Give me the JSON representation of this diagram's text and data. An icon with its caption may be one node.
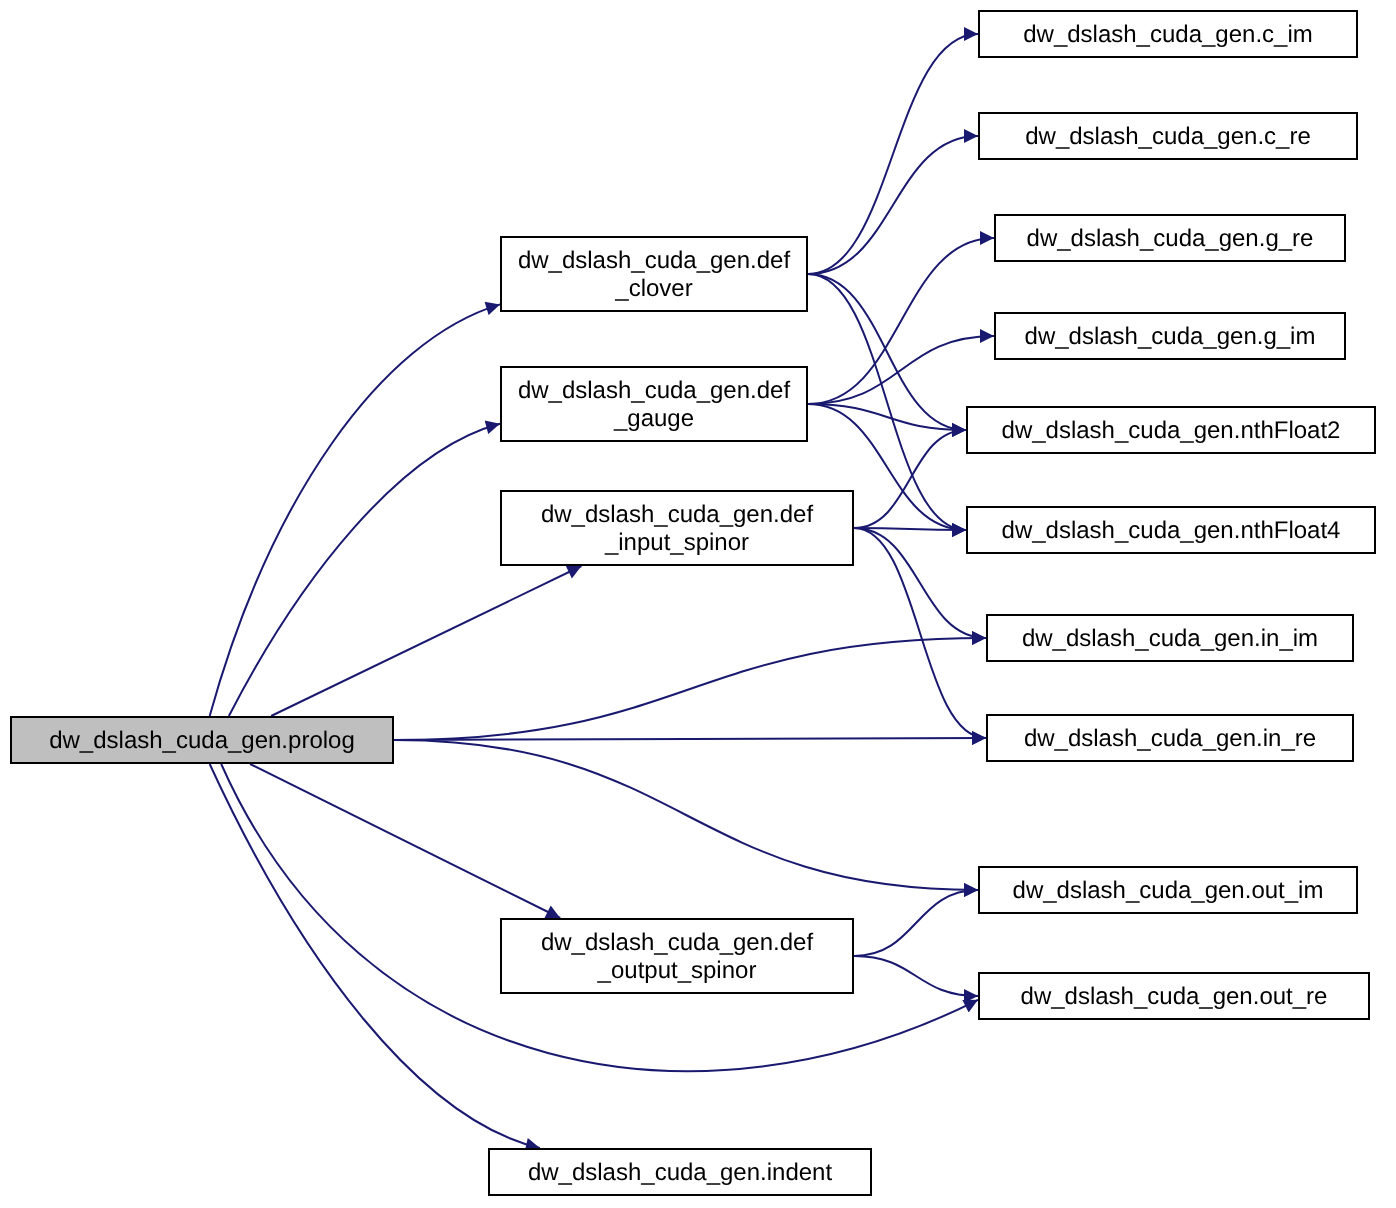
{
  "diagram": {
    "nodes": [
      {
        "text": [
          "dw_dslash_cuda_gen.prolog"
        ]
      },
      {
        "text": [
          "dw_dslash_cuda_gen.def _clover"
        ]
      },
      {
        "text": [
          "dw_dslash_cuda_gen.def _gauge"
        ]
      },
      {
        "text": [
          "dw_dslash_cuda_gen.def _input_spinor"
        ]
      },
      {
        "text": [
          "dw_dslash_cuda_gen.def _output_spinor"
        ]
      },
      {
        "text": [
          "dw_dslash_cuda_gen.indent"
        ]
      },
      {
        "text": [
          "dw_dslash_cuda_gen.c_im"
        ]
      },
      {
        "text": [
          "dw_dslash_cuda_gen.c_re"
        ]
      },
      {
        "text": [
          "dw_dslash_cuda_gen.g_re"
        ]
      },
      {
        "text": [
          "dw_dslash_cuda_gen.g_im"
        ]
      },
      {
        "text": [
          "dw_dslash_cuda_gen.nthFloat2"
        ]
      },
      {
        "text": [
          "dw_dslash_cuda_gen.nthFloat4"
        ]
      },
      {
        "text": [
          "dw_dslash_cuda_gen.in_im"
        ]
      },
      {
        "text": [
          "dw_dslash_cuda_gen.in_re"
        ]
      },
      {
        "text": [
          "dw_dslash_cuda_gen.out_im"
        ]
      },
      {
        "text": [
          "dw_dslash_cuda_gen.out_re"
        ]
      }
    ],
    "edges": [
      {
        "from": 0,
        "to": 1,
        "arrow": "to"
      },
      {
        "from": 0,
        "to": 2,
        "arrow": "to"
      },
      {
        "from": 0,
        "to": 3,
        "arrow": "to"
      },
      {
        "from": 0,
        "to": 12,
        "arrow": "to"
      },
      {
        "from": 0,
        "to": 13,
        "arrow": "to"
      },
      {
        "from": 0,
        "to": 14,
        "arrow": "to"
      },
      {
        "from": 0,
        "to": 4,
        "arrow": "to"
      },
      {
        "from": 0,
        "to": 15,
        "arrow": "to"
      },
      {
        "from": 0,
        "to": 5,
        "arrow": "to"
      },
      {
        "from": 1,
        "to": 6,
        "arrow": "to"
      },
      {
        "from": 1,
        "to": 7,
        "arrow": "to"
      },
      {
        "from": 1,
        "to": 10,
        "arrow": "to"
      },
      {
        "from": 1,
        "to": 11,
        "arrow": "to"
      },
      {
        "from": 2,
        "to": 8,
        "arrow": "to"
      },
      {
        "from": 2,
        "to": 9,
        "arrow": "to"
      },
      {
        "from": 2,
        "to": 10,
        "arrow": "to"
      },
      {
        "from": 2,
        "to": 11,
        "arrow": "to"
      },
      {
        "from": 3,
        "to": 10,
        "arrow": "to"
      },
      {
        "from": 3,
        "to": 11,
        "arrow": "to"
      },
      {
        "from": 3,
        "to": 12,
        "arrow": "to"
      },
      {
        "from": 3,
        "to": 13,
        "arrow": "to"
      },
      {
        "from": 4,
        "to": 14,
        "arrow": "to"
      },
      {
        "from": 4,
        "to": 15,
        "arrow": "to"
      }
    ]
  }
}
